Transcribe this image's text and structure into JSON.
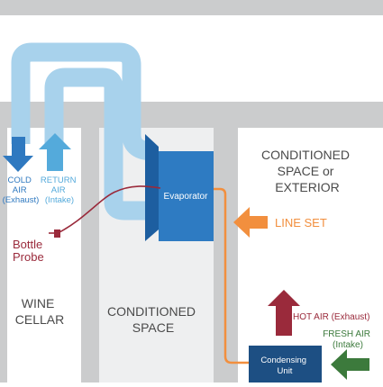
{
  "labels": {
    "cold_air": [
      "COLD",
      "AIR",
      "(Exhaust)"
    ],
    "return_air": [
      "RETURN",
      "AIR",
      "(Intake)"
    ],
    "bottle_probe": [
      "Bottle",
      "Probe"
    ],
    "wine_cellar": [
      "WINE",
      "CELLAR"
    ],
    "conditioned_space_middle": [
      "CONDITIONED",
      "SPACE"
    ],
    "conditioned_space_right": [
      "CONDITIONED",
      "SPACE or",
      "EXTERIOR"
    ],
    "evaporator": "Evaporator",
    "line_set": "LINE SET",
    "hot_air": "HOT AIR (Exhaust)",
    "fresh_air": [
      "FRESH AIR",
      "(Intake)"
    ],
    "condensing_unit": [
      "Condensing",
      "Unit"
    ]
  },
  "colors": {
    "wall": "#cbcccd",
    "room_fill": "#eeeff0",
    "duct": "#a8d2ec",
    "evaporator": "#2e7bc2",
    "evaporator_dark": "#1d5ea0",
    "cold_air_arrow": "#2f79c0",
    "return_air_arrow": "#54aadb",
    "probe": "#9a2a3b",
    "line_set": "#f28f3e",
    "hot_air_arrow": "#9a2a3b",
    "fresh_air_arrow": "#3c7a3c",
    "condensing_unit": "#1d4f83",
    "text_gray": "#4a4a4a"
  }
}
